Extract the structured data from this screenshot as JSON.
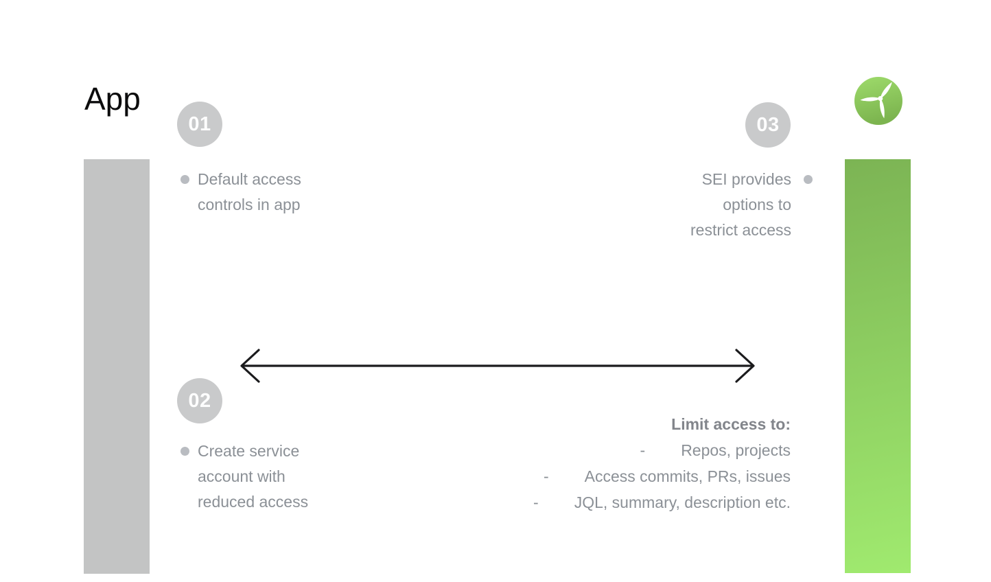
{
  "title": "App",
  "logo": {
    "icon": "propeller-logo"
  },
  "steps": [
    {
      "number": "01",
      "text": "Default access\ncontrols in app"
    },
    {
      "number": "02",
      "text": "Create service\naccount with\nreduced access"
    },
    {
      "number": "03",
      "text": "SEI provides\noptions to\nrestrict access"
    }
  ],
  "arrow": {
    "icon": "double-headed-arrow"
  },
  "limit": {
    "heading": "Limit access to:",
    "items": [
      {
        "dash": "-",
        "text": "Repos, projects"
      },
      {
        "dash": "-",
        "text": "Access commits, PRs, issues"
      },
      {
        "dash": "-",
        "text": "JQL, summary, description etc."
      }
    ]
  },
  "colors": {
    "bar-gray": "#c3c4c4",
    "circle-gray": "#c9cacb",
    "badge-text": "#fdfdfd",
    "text-gray": "#8b9096",
    "text-dark": "#82858b",
    "bullet-gray": "#b9bcc1",
    "green-top": "#7cb454",
    "green-bottom": "#a0ea6f",
    "logo-green-top": "#9edb6b",
    "logo-green-bottom": "#7cb44f",
    "arrow-color": "#1b1b1d"
  }
}
